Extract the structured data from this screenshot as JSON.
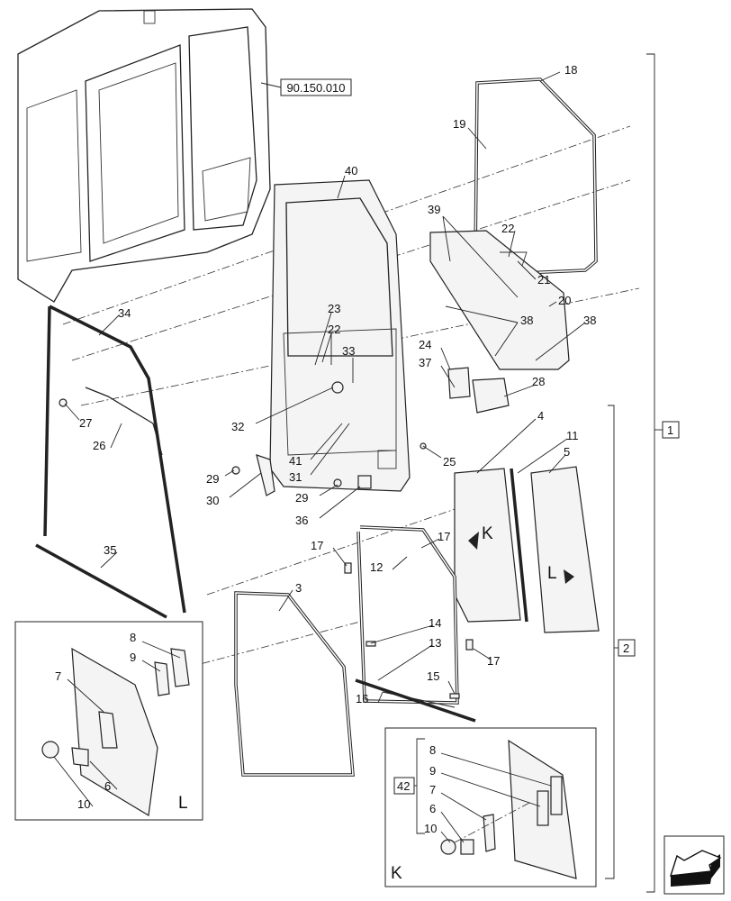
{
  "diagram": {
    "reference": "90.150.010",
    "callouts": [
      "18",
      "19",
      "40",
      "39",
      "22",
      "21",
      "20",
      "38",
      "38",
      "34",
      "23",
      "22",
      "33",
      "24",
      "37",
      "28",
      "27",
      "26",
      "32",
      "41",
      "31",
      "25",
      "29",
      "30",
      "29",
      "36",
      "4",
      "11",
      "5",
      "1",
      "2",
      "K",
      "L",
      "17",
      "17",
      "12",
      "35",
      "3",
      "14",
      "13",
      "17",
      "15",
      "16"
    ],
    "inset_l": {
      "labels": [
        "8",
        "9",
        "7",
        "6",
        "10"
      ],
      "view": "L"
    },
    "inset_k": {
      "labels": [
        "8",
        "9",
        "7",
        "6",
        "10"
      ],
      "kit": "42",
      "view": "K"
    },
    "nav_icon": "arrow-back-icon"
  }
}
